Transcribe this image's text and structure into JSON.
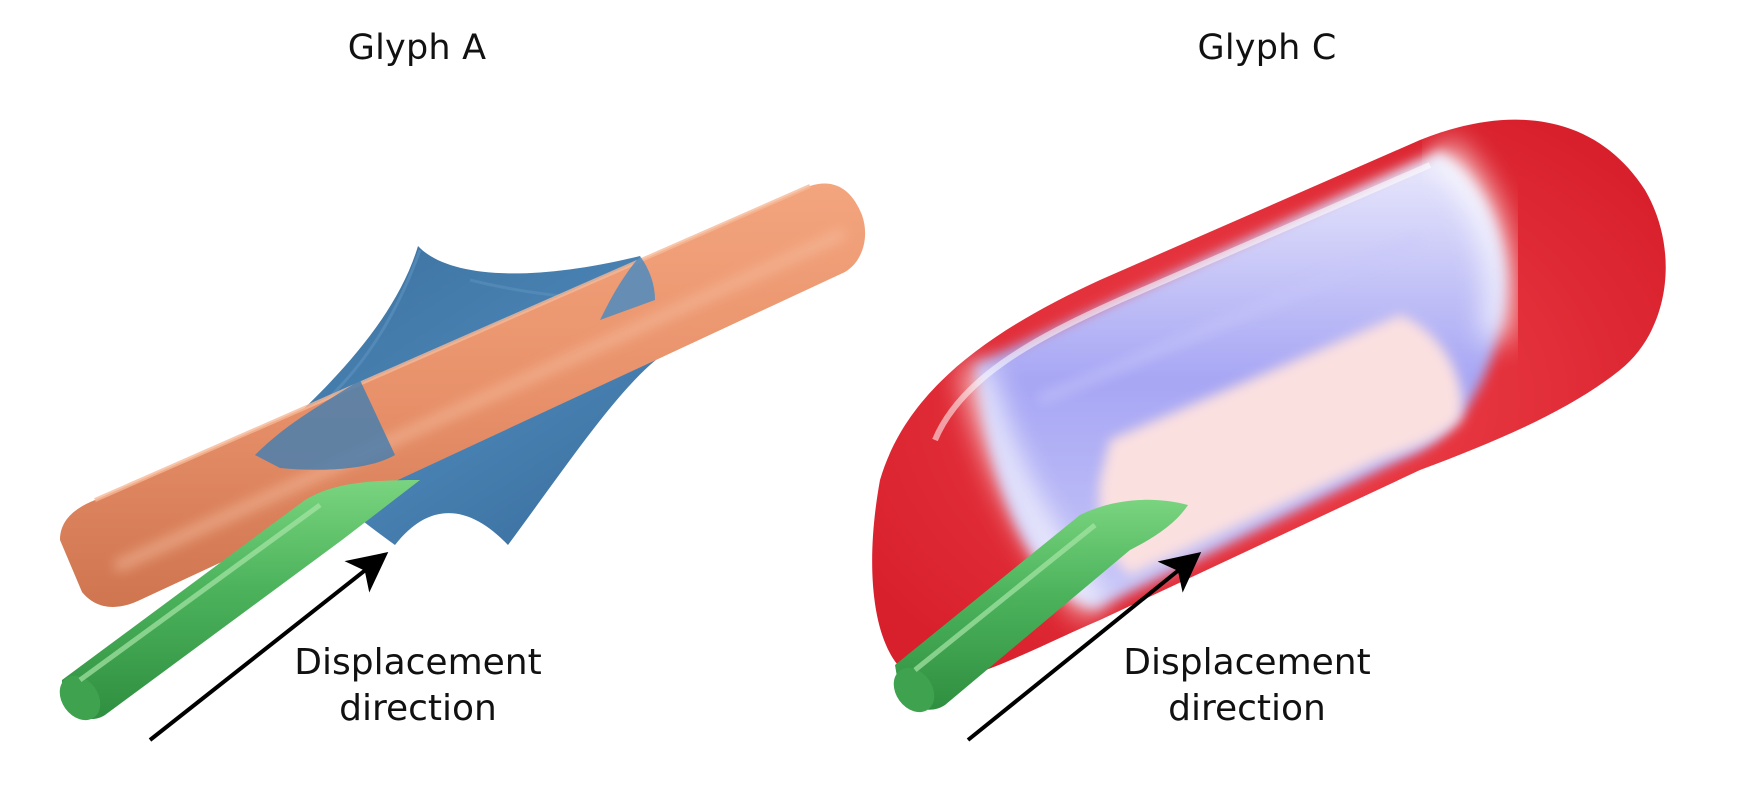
{
  "panels": [
    {
      "title": "Glyph A",
      "label_line1": "Displacement",
      "label_line2": "direction",
      "colors": {
        "band": "#e8916a",
        "sheet": "#3f77a6",
        "arrow_glyph": "#4cb35c"
      }
    },
    {
      "title": "Glyph C",
      "label_line1": "Displacement",
      "label_line2": "direction",
      "colors": {
        "end_caps": "#ee3a44",
        "ring": "#a7a6f4",
        "center": "#fbe0e0",
        "arrow_glyph": "#4cb35c"
      }
    }
  ]
}
